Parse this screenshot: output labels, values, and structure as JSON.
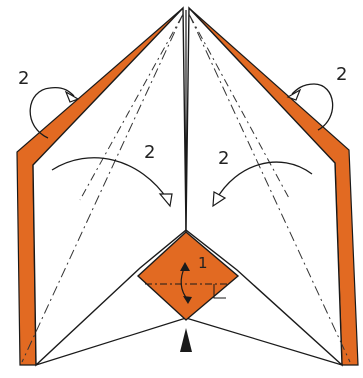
{
  "labels": {
    "step_upper_left": "2",
    "step_upper_right": "2",
    "step_middle_left": "2",
    "step_middle_right": "2",
    "step_center": "1"
  },
  "colors": {
    "paper": "#ffffff",
    "orange": "#e26a22",
    "line": "#1a1a1a",
    "fold_line": "#333333"
  },
  "icons": {
    "push_marker": "filled-triangle"
  }
}
